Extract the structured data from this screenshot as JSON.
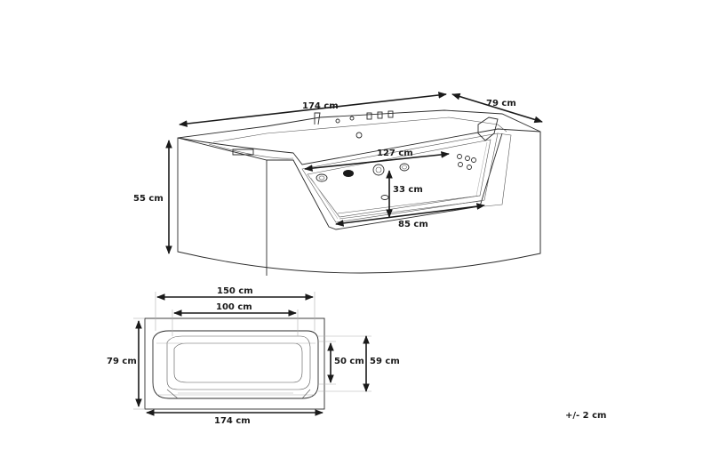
{
  "diagram": {
    "subject": "whirlpool bathtub dimension drawing",
    "ink_color": "#1a1a1a",
    "background": "#ffffff",
    "perspective_view": {
      "length_label": "174 cm",
      "depth_label": "79 cm",
      "height_label": "55 cm",
      "inner_length_label": "127 cm",
      "inner_depth_label": "33 cm",
      "inner_bottom_label": "85 cm"
    },
    "top_view": {
      "outer_length_label": "174 cm",
      "basin_length_label": "150 cm",
      "bottom_length_label": "100 cm",
      "outer_width_label": "79 cm",
      "bottom_width_label": "50 cm",
      "basin_width_label": "59 cm"
    },
    "tolerance_label": "+/- 2 cm"
  }
}
